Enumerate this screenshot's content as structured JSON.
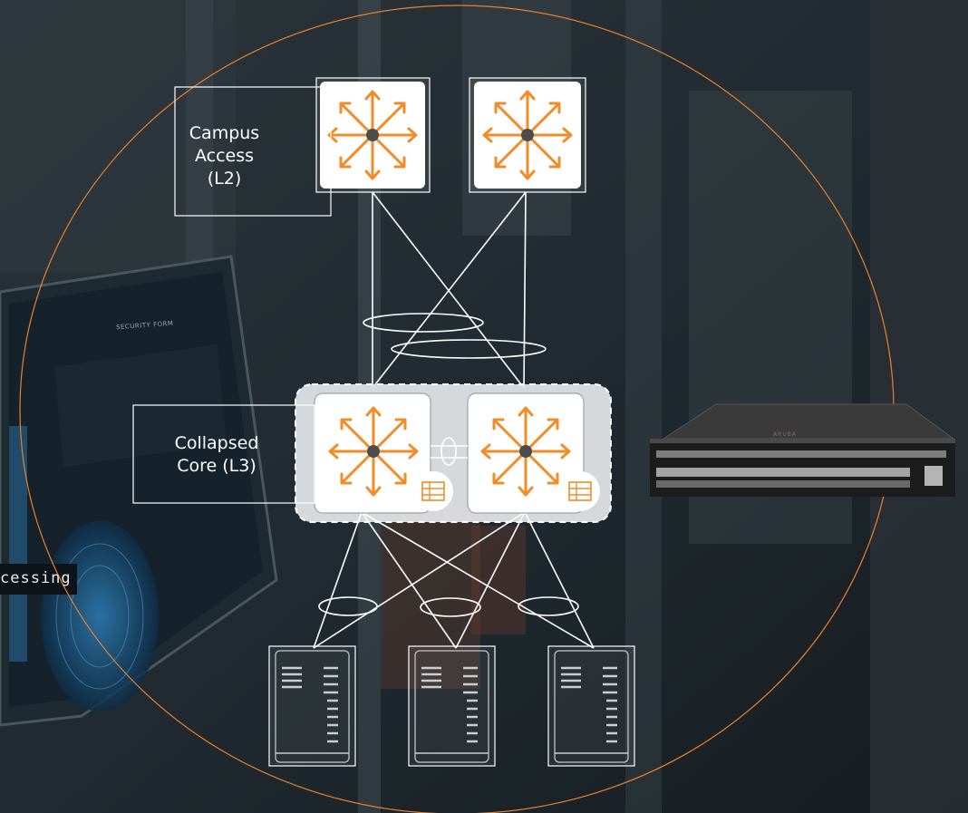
{
  "labels": {
    "campus_access": [
      "Campus",
      "Access",
      "(L2)"
    ],
    "collapsed_core": [
      "Collapsed",
      "Core (L3)"
    ]
  },
  "background": {
    "screen_text": "cessing",
    "monitor_caption": "SECURITY FORM",
    "device_logo": "ARUBA"
  },
  "colors": {
    "accent_orange": "#f28c28",
    "circle_outline": "#e8822a",
    "line_white": "#ffffff",
    "core_group_fill": "#dfe3e6"
  },
  "icons": {
    "switch": "router-switch-arrows-icon",
    "core_badge": "stack-layers-icon",
    "server": "server-rack-icon",
    "hardware": "rack-switch-hardware-icon"
  }
}
